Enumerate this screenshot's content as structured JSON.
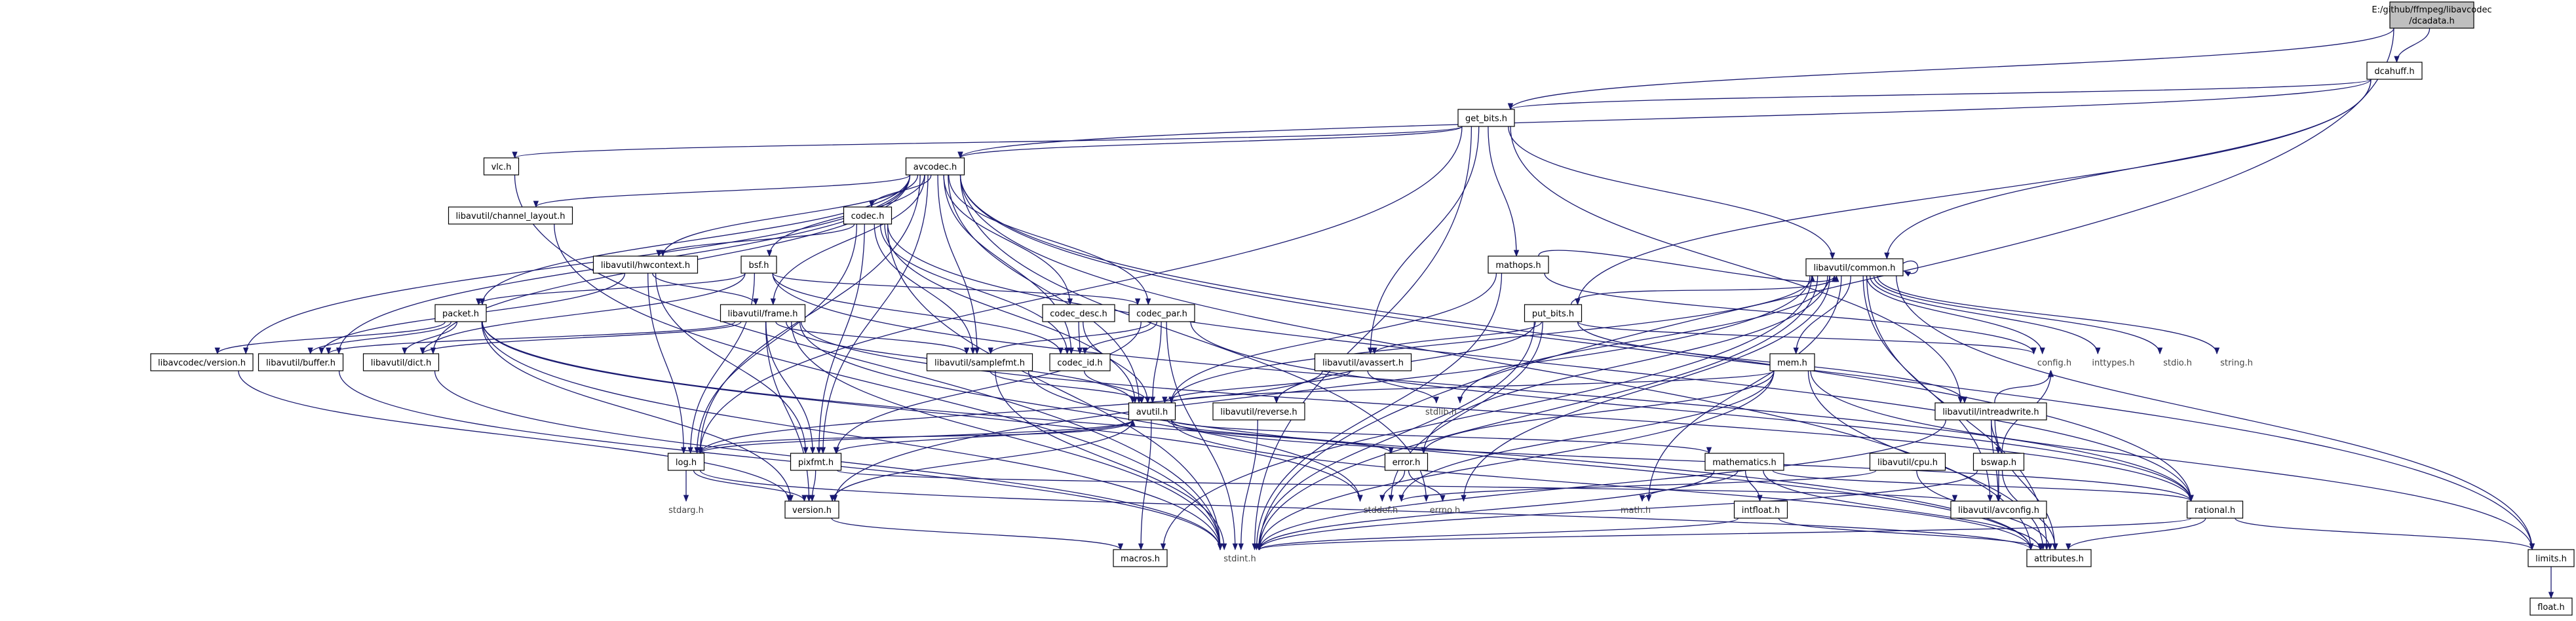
{
  "graph": {
    "root": {
      "line1": "E:/github/ffmpeg/libavcodec",
      "line2": "/dcadata.h"
    },
    "nodes": [
      {
        "id": "dcahuff",
        "label": "dcahuff.h",
        "boxed": true
      },
      {
        "id": "get_bits",
        "label": "get_bits.h",
        "boxed": true
      },
      {
        "id": "vlc",
        "label": "vlc.h",
        "boxed": true
      },
      {
        "id": "avcodec",
        "label": "avcodec.h",
        "boxed": true
      },
      {
        "id": "channel_layout",
        "label": "libavutil/channel_layout.h",
        "boxed": true
      },
      {
        "id": "codec",
        "label": "codec.h",
        "boxed": true
      },
      {
        "id": "hwcontext",
        "label": "libavutil/hwcontext.h",
        "boxed": true
      },
      {
        "id": "bsf",
        "label": "bsf.h",
        "boxed": true
      },
      {
        "id": "mathops",
        "label": "mathops.h",
        "boxed": true
      },
      {
        "id": "common",
        "label": "libavutil/common.h",
        "boxed": true
      },
      {
        "id": "packet",
        "label": "packet.h",
        "boxed": true
      },
      {
        "id": "frame",
        "label": "libavutil/frame.h",
        "boxed": true
      },
      {
        "id": "codec_desc",
        "label": "codec_desc.h",
        "boxed": true
      },
      {
        "id": "codec_par",
        "label": "codec_par.h",
        "boxed": true
      },
      {
        "id": "put_bits",
        "label": "put_bits.h",
        "boxed": true
      },
      {
        "id": "avcodec_version",
        "label": "libavcodec/version.h",
        "boxed": true
      },
      {
        "id": "buffer",
        "label": "libavutil/buffer.h",
        "boxed": true
      },
      {
        "id": "dict",
        "label": "libavutil/dict.h",
        "boxed": true
      },
      {
        "id": "samplefmt",
        "label": "libavutil/samplefmt.h",
        "boxed": true
      },
      {
        "id": "codec_id",
        "label": "codec_id.h",
        "boxed": true
      },
      {
        "id": "avassert",
        "label": "libavutil/avassert.h",
        "boxed": true
      },
      {
        "id": "mem",
        "label": "mem.h",
        "boxed": true
      },
      {
        "id": "config",
        "label": "config.h",
        "boxed": false
      },
      {
        "id": "inttypes",
        "label": "inttypes.h",
        "boxed": false
      },
      {
        "id": "stdio",
        "label": "stdio.h",
        "boxed": false
      },
      {
        "id": "string",
        "label": "string.h",
        "boxed": false
      },
      {
        "id": "avutil",
        "label": "avutil.h",
        "boxed": true
      },
      {
        "id": "reverse",
        "label": "libavutil/reverse.h",
        "boxed": true
      },
      {
        "id": "stdlib",
        "label": "stdlib.h",
        "boxed": false
      },
      {
        "id": "intreadwrite",
        "label": "libavutil/intreadwrite.h",
        "boxed": true
      },
      {
        "id": "log",
        "label": "log.h",
        "boxed": true
      },
      {
        "id": "pixfmt",
        "label": "pixfmt.h",
        "boxed": true
      },
      {
        "id": "error",
        "label": "error.h",
        "boxed": true
      },
      {
        "id": "mathematics",
        "label": "mathematics.h",
        "boxed": true
      },
      {
        "id": "cpu",
        "label": "libavutil/cpu.h",
        "boxed": true
      },
      {
        "id": "bswap",
        "label": "bswap.h",
        "boxed": true
      },
      {
        "id": "stdarg",
        "label": "stdarg.h",
        "boxed": false
      },
      {
        "id": "version",
        "label": "version.h",
        "boxed": true
      },
      {
        "id": "stddef",
        "label": "stddef.h",
        "boxed": false
      },
      {
        "id": "errno",
        "label": "errno.h",
        "boxed": false
      },
      {
        "id": "math",
        "label": "math.h",
        "boxed": false
      },
      {
        "id": "intfloat",
        "label": "intfloat.h",
        "boxed": true
      },
      {
        "id": "avconfig",
        "label": "libavutil/avconfig.h",
        "boxed": true
      },
      {
        "id": "rational",
        "label": "rational.h",
        "boxed": true
      },
      {
        "id": "macros",
        "label": "macros.h",
        "boxed": true
      },
      {
        "id": "stdint",
        "label": "stdint.h",
        "boxed": false
      },
      {
        "id": "attributes",
        "label": "attributes.h",
        "boxed": true
      },
      {
        "id": "limits",
        "label": "limits.h",
        "boxed": true
      },
      {
        "id": "float",
        "label": "float.h",
        "boxed": true
      }
    ],
    "edges": [
      [
        "root",
        "dcahuff"
      ],
      [
        "root",
        "get_bits"
      ],
      [
        "root",
        "stdint"
      ],
      [
        "dcahuff",
        "get_bits"
      ],
      [
        "dcahuff",
        "avcodec"
      ],
      [
        "dcahuff",
        "common"
      ],
      [
        "dcahuff",
        "put_bits"
      ],
      [
        "get_bits",
        "vlc"
      ],
      [
        "get_bits",
        "avcodec"
      ],
      [
        "get_bits",
        "mathops"
      ],
      [
        "get_bits",
        "common"
      ],
      [
        "get_bits",
        "avassert"
      ],
      [
        "get_bits",
        "intreadwrite"
      ],
      [
        "get_bits",
        "log"
      ],
      [
        "get_bits",
        "stdint"
      ],
      [
        "vlc",
        "stdint"
      ],
      [
        "avcodec",
        "channel_layout"
      ],
      [
        "avcodec",
        "codec"
      ],
      [
        "avcodec",
        "hwcontext"
      ],
      [
        "avcodec",
        "bsf"
      ],
      [
        "avcodec",
        "packet"
      ],
      [
        "avcodec",
        "frame"
      ],
      [
        "avcodec",
        "codec_desc"
      ],
      [
        "avcodec",
        "codec_par"
      ],
      [
        "avcodec",
        "avcodec_version"
      ],
      [
        "avcodec",
        "buffer"
      ],
      [
        "avcodec",
        "dict"
      ],
      [
        "avcodec",
        "samplefmt"
      ],
      [
        "avcodec",
        "codec_id"
      ],
      [
        "avcodec",
        "avutil"
      ],
      [
        "avcodec",
        "log"
      ],
      [
        "avcodec",
        "pixfmt"
      ],
      [
        "avcodec",
        "rational"
      ],
      [
        "avcodec",
        "attributes"
      ],
      [
        "avcodec",
        "errno"
      ],
      [
        "avcodec",
        "limits"
      ],
      [
        "channel_layout",
        "stdint"
      ],
      [
        "codec",
        "hwcontext"
      ],
      [
        "codec",
        "avutil"
      ],
      [
        "codec",
        "samplefmt"
      ],
      [
        "codec",
        "codec_id"
      ],
      [
        "codec",
        "pixfmt"
      ],
      [
        "codec",
        "rational"
      ],
      [
        "codec",
        "log"
      ],
      [
        "codec",
        "stdint"
      ],
      [
        "hwcontext",
        "buffer"
      ],
      [
        "hwcontext",
        "frame"
      ],
      [
        "hwcontext",
        "log"
      ],
      [
        "hwcontext",
        "pixfmt"
      ],
      [
        "bsf",
        "packet"
      ],
      [
        "bsf",
        "codec_id"
      ],
      [
        "bsf",
        "codec_par"
      ],
      [
        "bsf",
        "dict"
      ],
      [
        "bsf",
        "log"
      ],
      [
        "bsf",
        "rational"
      ],
      [
        "mathops",
        "common"
      ],
      [
        "mathops",
        "avutil"
      ],
      [
        "mathops",
        "config"
      ],
      [
        "mathops",
        "stdint"
      ],
      [
        "common",
        "common"
      ],
      [
        "common",
        "mem"
      ],
      [
        "common",
        "config"
      ],
      [
        "common",
        "inttypes"
      ],
      [
        "common",
        "stdio"
      ],
      [
        "common",
        "string"
      ],
      [
        "common",
        "stdlib"
      ],
      [
        "common",
        "math"
      ],
      [
        "common",
        "errno"
      ],
      [
        "common",
        "limits"
      ],
      [
        "common",
        "stdint"
      ],
      [
        "common",
        "attributes"
      ],
      [
        "common",
        "macros"
      ],
      [
        "common",
        "version"
      ],
      [
        "common",
        "error"
      ],
      [
        "common",
        "avconfig"
      ],
      [
        "packet",
        "buffer"
      ],
      [
        "packet",
        "dict"
      ],
      [
        "packet",
        "avcodec_version"
      ],
      [
        "packet",
        "attributes"
      ],
      [
        "packet",
        "version"
      ],
      [
        "packet",
        "stddef"
      ],
      [
        "packet",
        "stdint"
      ],
      [
        "frame",
        "buffer"
      ],
      [
        "frame",
        "dict"
      ],
      [
        "frame",
        "samplefmt"
      ],
      [
        "frame",
        "avutil"
      ],
      [
        "frame",
        "pixfmt"
      ],
      [
        "frame",
        "rational"
      ],
      [
        "frame",
        "version"
      ],
      [
        "frame",
        "stddef"
      ],
      [
        "frame",
        "stdint"
      ],
      [
        "codec_desc",
        "codec_id"
      ],
      [
        "codec_desc",
        "avutil"
      ],
      [
        "codec_par",
        "avutil"
      ],
      [
        "codec_par",
        "codec_id"
      ],
      [
        "codec_par",
        "pixfmt"
      ],
      [
        "codec_par",
        "rational"
      ],
      [
        "codec_par",
        "stdint"
      ],
      [
        "codec_par",
        "samplefmt"
      ],
      [
        "put_bits",
        "common"
      ],
      [
        "put_bits",
        "avassert"
      ],
      [
        "put_bits",
        "intreadwrite"
      ],
      [
        "put_bits",
        "reverse"
      ],
      [
        "put_bits",
        "config"
      ],
      [
        "put_bits",
        "stddef"
      ],
      [
        "put_bits",
        "stdint"
      ],
      [
        "avcodec_version",
        "version"
      ],
      [
        "buffer",
        "stdint"
      ],
      [
        "dict",
        "stdint"
      ],
      [
        "samplefmt",
        "avutil"
      ],
      [
        "samplefmt",
        "attributes"
      ],
      [
        "samplefmt",
        "stdint"
      ],
      [
        "codec_id",
        "avutil"
      ],
      [
        "avassert",
        "avutil"
      ],
      [
        "avassert",
        "log"
      ],
      [
        "avassert",
        "stdlib"
      ],
      [
        "mem",
        "error"
      ],
      [
        "mem",
        "attributes"
      ],
      [
        "mem",
        "avutil"
      ],
      [
        "mem",
        "stddef"
      ],
      [
        "mem",
        "stdint"
      ],
      [
        "mem",
        "limits"
      ],
      [
        "avutil",
        "log"
      ],
      [
        "avutil",
        "pixfmt"
      ],
      [
        "avutil",
        "error"
      ],
      [
        "avutil",
        "mathematics"
      ],
      [
        "avutil",
        "rational"
      ],
      [
        "avutil",
        "version"
      ],
      [
        "avutil",
        "macros"
      ],
      [
        "avutil",
        "common"
      ],
      [
        "avutil",
        "attributes"
      ],
      [
        "reverse",
        "stdint"
      ],
      [
        "intreadwrite",
        "bswap"
      ],
      [
        "intreadwrite",
        "avconfig"
      ],
      [
        "intreadwrite",
        "attributes"
      ],
      [
        "intreadwrite",
        "stdint"
      ],
      [
        "intreadwrite",
        "config"
      ],
      [
        "log",
        "stdarg"
      ],
      [
        "log",
        "version"
      ],
      [
        "log",
        "attributes"
      ],
      [
        "log",
        "avutil"
      ],
      [
        "pixfmt",
        "version"
      ],
      [
        "pixfmt",
        "avconfig"
      ],
      [
        "error",
        "errno"
      ],
      [
        "error",
        "stddef"
      ],
      [
        "mathematics",
        "math"
      ],
      [
        "mathematics",
        "intfloat"
      ],
      [
        "mathematics",
        "rational"
      ],
      [
        "mathematics",
        "attributes"
      ],
      [
        "mathematics",
        "stdint"
      ],
      [
        "cpu",
        "attributes"
      ],
      [
        "cpu",
        "stddef"
      ],
      [
        "bswap",
        "avconfig"
      ],
      [
        "bswap",
        "attributes"
      ],
      [
        "bswap",
        "config"
      ],
      [
        "bswap",
        "stdint"
      ],
      [
        "version",
        "macros"
      ],
      [
        "intfloat",
        "stdint"
      ],
      [
        "intfloat",
        "attributes"
      ],
      [
        "rational",
        "stdint"
      ],
      [
        "rational",
        "limits"
      ],
      [
        "rational",
        "attributes"
      ],
      [
        "limits",
        "float"
      ]
    ]
  }
}
